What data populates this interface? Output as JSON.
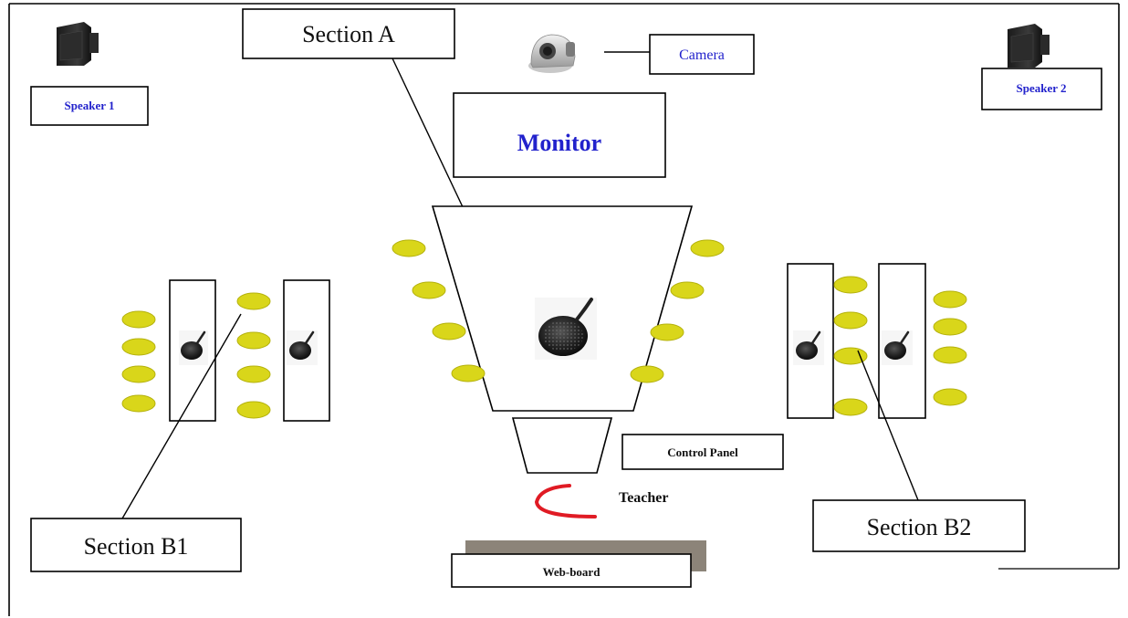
{
  "labels": {
    "section_a": "Section A",
    "section_b1": "Section B1",
    "section_b2": "Section B2",
    "camera": "Camera",
    "monitor": "Monitor",
    "speaker_1": "Speaker 1",
    "speaker_2": "Speaker 2",
    "control_panel": "Control Panel",
    "teacher": "Teacher",
    "web_board": "Web-board"
  },
  "colors": {
    "seat": "#d9d61a",
    "seat_edge": "#b5b20e",
    "device_label_text": "#2222cc",
    "section_label_text": "#111111",
    "teacher_mark": "#e01b24",
    "web_board_shadow": "#8c8479",
    "line": "#000000"
  },
  "icons": {
    "speaker": "speaker-icon",
    "camera": "camera-icon",
    "microphone": "microphone-icon",
    "teacher": "teacher-arc-icon"
  }
}
